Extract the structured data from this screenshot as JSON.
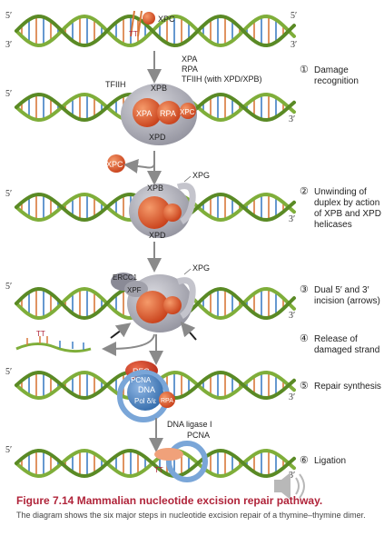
{
  "figure": {
    "caption_title": "Figure 7.14 Mammalian nucleotide excision repair pathway.",
    "caption_text": "The diagram shows the six major steps in nucleotide excision repair of a thymine–thymine dimer."
  },
  "strand_labels": {
    "five_prime": "5′",
    "three_prime": "3′"
  },
  "steps": [
    {
      "number": "①",
      "lines": [
        "Damage",
        "recognition"
      ]
    },
    {
      "number": "②",
      "lines": [
        "Unwinding of",
        "duplex by action",
        "of XPB and XPD",
        "helicases"
      ]
    },
    {
      "number": "③",
      "lines": [
        "Dual 5′ and 3′",
        "incision (arrows)"
      ]
    },
    {
      "number": "④",
      "lines": [
        "Release of",
        "damaged strand"
      ]
    },
    {
      "number": "⑤",
      "lines": [
        "Repair synthesis"
      ]
    },
    {
      "number": "⑥",
      "lines": [
        "Ligation"
      ]
    }
  ],
  "proteins": {
    "xpc": "XPC",
    "xpa": "XPA",
    "rpa": "RPA",
    "tfiih": "TFIIH",
    "tfiih_with": "TFIIH (with XPD/XPB)",
    "xpb": "XPB",
    "xpd": "XPD",
    "xpg": "XPG",
    "ercc1": "ERCC1",
    "xpf": "XPF",
    "rfc": "RFC",
    "pcna": "PCNA",
    "dna": "DNA",
    "pol": "Pol δ/ε",
    "ligase": "DNA ligase I"
  },
  "dimer_label": "TT",
  "colors": {
    "backbone": "#7fae3a",
    "backbone_dark": "#5a8a25",
    "base_orange": "#d8783a",
    "base_blue": "#3f7fc4",
    "protein_orange": "#e2592a",
    "tfiih_gray": "#a6a6b0",
    "pol_blue": "#4c82c0",
    "caption_red": "#b0243a"
  }
}
